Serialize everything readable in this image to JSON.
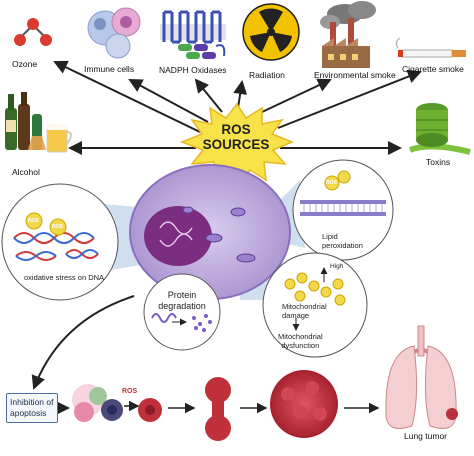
{
  "title": {
    "line1": "ROS",
    "line2": "SOURCES"
  },
  "sources": {
    "ozone": "Ozone",
    "immune": "Immune cells",
    "nadph": "NADPH Oxidases",
    "radiation": "Radiation",
    "env_smoke": "Environmental smoke",
    "cigarette": "Cigarette smoke",
    "alcohol": "Alcohol",
    "toxins": "Toxins"
  },
  "effects": {
    "dna": "oxidative stress on DNA",
    "lipid": {
      "line1": "Lipid",
      "line2": "peroxidation"
    },
    "protein": {
      "line1": "Protein",
      "line2": "degradation"
    },
    "mito_damage": {
      "line1": "Mitochondrial",
      "line2": "damage"
    },
    "mito_dysfunction": {
      "line1": "Mitochondrial",
      "line2": "dysfunction"
    },
    "high": "High"
  },
  "ros_tag": "ROS",
  "bottom": {
    "apoptosis": {
      "line1": "Inhibition of",
      "line2": "apoptosis"
    },
    "ros": "ROS",
    "tumor": "Lung tumor"
  },
  "colors": {
    "burst": "#f7e24a",
    "burst_stroke": "#e8b820",
    "cell": "#b9a6d8",
    "nucleus": "#7b2d82",
    "arrow": "#222222",
    "accent_blue": "#4a6fa5",
    "tumor": "#c0303a"
  }
}
